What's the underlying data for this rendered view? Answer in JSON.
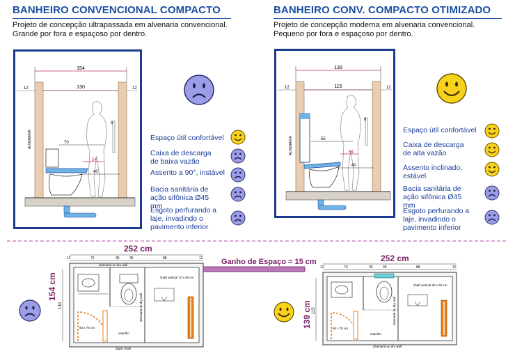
{
  "left": {
    "title": "BANHEIRO CONVENCIONAL COMPACTO",
    "subtitle_line1": "Projeto de concepção ultrapassada em alvenaria convencional.",
    "subtitle_line2": "Grande por fora e espaçoso por dentro.",
    "elevation": {
      "dim_top": "154",
      "dim_inner": "130",
      "dim_wall_left": "12",
      "dim_wall_right": "12",
      "dim_70": "70",
      "dim_54": "54",
      "dim_40": "40",
      "dim_6": "6",
      "wall_label": "ALVENARIA"
    },
    "features": [
      {
        "text": "Espaço útil confortável",
        "mood": "happy"
      },
      {
        "text": "Caixa de descarga de baixa vazão",
        "mood": "sad"
      },
      {
        "text": "Assento a 90°, instável",
        "mood": "sad"
      },
      {
        "text": "Bacia sanitária de ação sifônica Ø45 mm",
        "mood": "sad"
      },
      {
        "text": "Esgoto perfurando a laje, invadindo o pavimento inferior",
        "mood": "sad"
      }
    ],
    "plan": {
      "width_label": "252 cm",
      "depth_label": "154 cm",
      "inner_depth": "130",
      "seg_dims": [
        "12",
        "70",
        "35",
        "35",
        "88",
        "12"
      ],
      "top_label": "alvenaria ou dry wall",
      "shaft_label": "shaft vertical 70 x 60 cm",
      "box_label": "60 x 75 cm",
      "side_label": "alvenaria ou dry wall",
      "door_label": "espelho",
      "bottom_label": "duplo shaft"
    }
  },
  "right": {
    "title": "BANHEIRO CONV. COMPACTO OTIMIZADO",
    "subtitle_line1": "Projeto de concepção moderna em alvenaria convencional.",
    "subtitle_line2": "Pequeno por fora e espaçoso por dentro.",
    "elevation": {
      "dim_top": "139",
      "dim_inner": "115",
      "dim_wall_left": "12",
      "dim_wall_right": "12",
      "dim_55": "55",
      "dim_54": "54",
      "dim_40": "40",
      "dim_6": "6",
      "wall_label": "ALVENARIA"
    },
    "features": [
      {
        "text": "Espaço útil confortável",
        "mood": "happy"
      },
      {
        "text": "Caixa de descarga de alta vazão",
        "mood": "happy"
      },
      {
        "text": "Assento inclinado, estável",
        "mood": "happy"
      },
      {
        "text": "Bacia sanitária de ação sifônica Ø45 mm",
        "mood": "sad"
      },
      {
        "text": "Esgoto perfurando a laje, invadindo o pavimento inferior",
        "mood": "sad"
      }
    ],
    "plan": {
      "width_label": "252 cm",
      "depth_label": "139 cm",
      "inner_depth": "115",
      "seg_dims": [
        "12",
        "70",
        "35",
        "35",
        "88",
        "12"
      ],
      "shaft_label": "shaft vertical 30 x 60 cm",
      "box_label": "60 x 70 cm",
      "side_label": "alvenaria ou dry wall",
      "door_label": "espelho",
      "bottom_label": "alvenaria ou dry wall"
    }
  },
  "gain_label": "Ganho de Espaço = 15 cm",
  "colors": {
    "title_blue": "#1b4fa3",
    "frame_blue": "#1a3a8f",
    "wall_tan": "#e9cdb0",
    "happy_yellow": "#f6d21c",
    "sad_blue": "#9b9ee6",
    "accent_orange": "#ef7d1a",
    "dim_purple": "#7a1f66",
    "gain_bar": "#b879b9"
  }
}
